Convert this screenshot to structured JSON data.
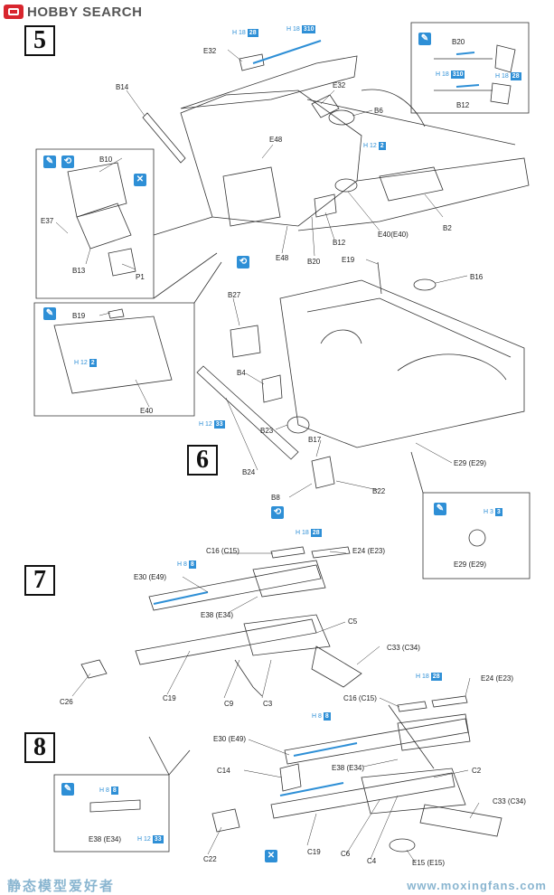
{
  "header": {
    "logo_text": "HOBBY SEARCH"
  },
  "watermark": {
    "left_text": "静态模型爱好者",
    "right_text": "www.moxingfans.com"
  },
  "steps": {
    "s5": "5",
    "s6": "6",
    "s7": "7",
    "s8": "8"
  },
  "step5": {
    "labels": {
      "e32a": "E32",
      "b14": "B14",
      "e32b": "E32",
      "b6": "B6",
      "e48a": "E48",
      "b2": "B2",
      "e40": "E40(E40)",
      "b12": "B12",
      "e48b": "E48",
      "b20": "B20",
      "b10": "B10",
      "e37": "E37",
      "b13": "B13",
      "p1": "P1",
      "b19": "B19",
      "e40b": "E40"
    },
    "paint": {
      "p1_code": "H 18",
      "p1_num": "28",
      "p2_code": "H 18",
      "p2_num": "310",
      "p3_code": "H 12",
      "p3_num": "2",
      "p4_code": "H 12",
      "p4_num": "2"
    },
    "inset_top": {
      "b20": "B20",
      "b12": "B12",
      "c1_code": "H 18",
      "c1_num": "310",
      "c2_code": "H 18",
      "c2_num": "28"
    }
  },
  "step6": {
    "labels": {
      "e19": "E19",
      "b16": "B16",
      "b27": "B27",
      "b4": "B4",
      "b23": "B23",
      "b17": "B17",
      "b24": "B24",
      "b22": "B22",
      "b8": "B8",
      "e29": "E29 (E29)"
    },
    "paint": {
      "p1_code": "H 12",
      "p1_num": "33"
    },
    "inset": {
      "code": "H 3",
      "num": "3",
      "label": "E29 (E29)"
    }
  },
  "step7": {
    "labels": {
      "c16": "C16 (C15)",
      "e24": "E24 (E23)",
      "e30": "E30 (E49)",
      "e38": "E38 (E34)",
      "c5": "C5",
      "c33": "C33 (C34)",
      "c26": "C26",
      "c19": "C19",
      "c9": "C9",
      "c3": "C3"
    },
    "paint": {
      "p1_code": "H 18",
      "p1_num": "28",
      "p2_code": "H 8",
      "p2_num": "8"
    }
  },
  "step8": {
    "labels": {
      "e24": "E24 (E23)",
      "c16": "C16 (C15)",
      "e30": "E30 (E49)",
      "e38": "E38 (E34)",
      "c14": "C14",
      "c2": "C2",
      "c33": "C33 (C34)",
      "c22": "C22",
      "c19": "C19",
      "c6": "C6",
      "c4": "C4",
      "e15": "E15 (E15)"
    },
    "paint": {
      "p1_code": "H 18",
      "p1_num": "28",
      "p2_code": "H 8",
      "p2_num": "8"
    },
    "inset": {
      "code": "H 8",
      "num": "8",
      "label": "E38 (E34)",
      "code2": "H 12",
      "num2": "33"
    }
  }
}
